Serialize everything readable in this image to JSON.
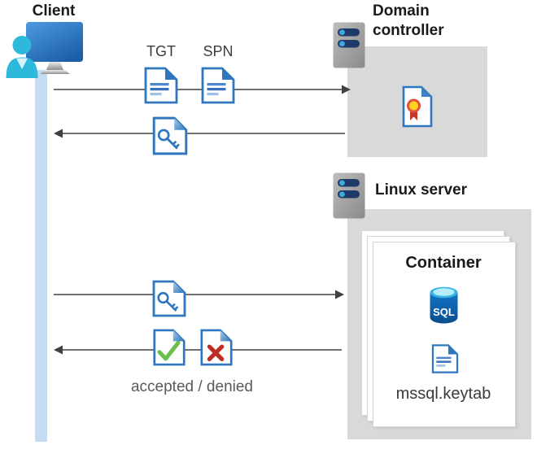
{
  "client": {
    "label": "Client"
  },
  "domain_controller": {
    "label": "Domain controller"
  },
  "linux_server": {
    "label": "Linux server"
  },
  "container": {
    "label": "Container",
    "sql_badge": "SQL",
    "keytab_file": "mssql.keytab"
  },
  "labels": {
    "tgt": "TGT",
    "spn": "SPN",
    "accepted_denied": "accepted / denied"
  },
  "flows": [
    {
      "from": "client",
      "to": "domain_controller",
      "direction": "right",
      "items": [
        "TGT",
        "SPN"
      ]
    },
    {
      "from": "domain_controller",
      "to": "client",
      "direction": "left",
      "items": [
        "ticket-key-document"
      ]
    },
    {
      "from": "client",
      "to": "linux_server",
      "direction": "right",
      "items": [
        "ticket-key-document"
      ]
    },
    {
      "from": "linux_server",
      "to": "client",
      "direction": "left",
      "items": [
        "accepted-document",
        "denied-document"
      ],
      "label": "accepted / denied"
    }
  ],
  "icons": {
    "client-user": "person-silhouette",
    "client-monitor": "desktop-monitor",
    "server": "server-tower-with-leds",
    "tgt-document": "document-with-lines",
    "spn-document": "document-with-lines",
    "ticket-key-document": "document-with-key",
    "certificate-document": "document-with-seal-ribbon",
    "accepted-document": "document-with-green-check",
    "denied-document": "document-with-red-x",
    "sql-database": "database-cylinder-sql",
    "keytab-document": "document-with-lines"
  },
  "colors": {
    "doc_blue": "#2E76BE",
    "doc_line_mid": "#4F87CD",
    "doc_line_dark": "#3A70BD",
    "doc_line_light": "#9DC1E8",
    "check_green": "#6CBF4A",
    "cross_red": "#BE2D25",
    "seal_yellow": "#FFD21F",
    "seal_ring": "#E2503F",
    "ribbon_red": "#C4372B",
    "arrow_gray": "#404040",
    "box_gray": "#D9D9D9",
    "card_white": "#FFFFFF",
    "card_border": "#D8D5D5",
    "lifeline_blue": "#C5DCF5",
    "person_cyan": "#2CB9DC",
    "monitor_blue_light": "#4E9BE0",
    "monitor_blue_dark": "#1B5FA9",
    "server_bar_navy": "#1E3A68",
    "server_dot_cyan": "#41AADD",
    "sql_body_dark": "#0A4E8E",
    "sql_body_light": "#1374C8",
    "sql_top_cyan": "#35B3E3",
    "text_dark": "#1A1A1A",
    "text_gray": "#595959"
  }
}
